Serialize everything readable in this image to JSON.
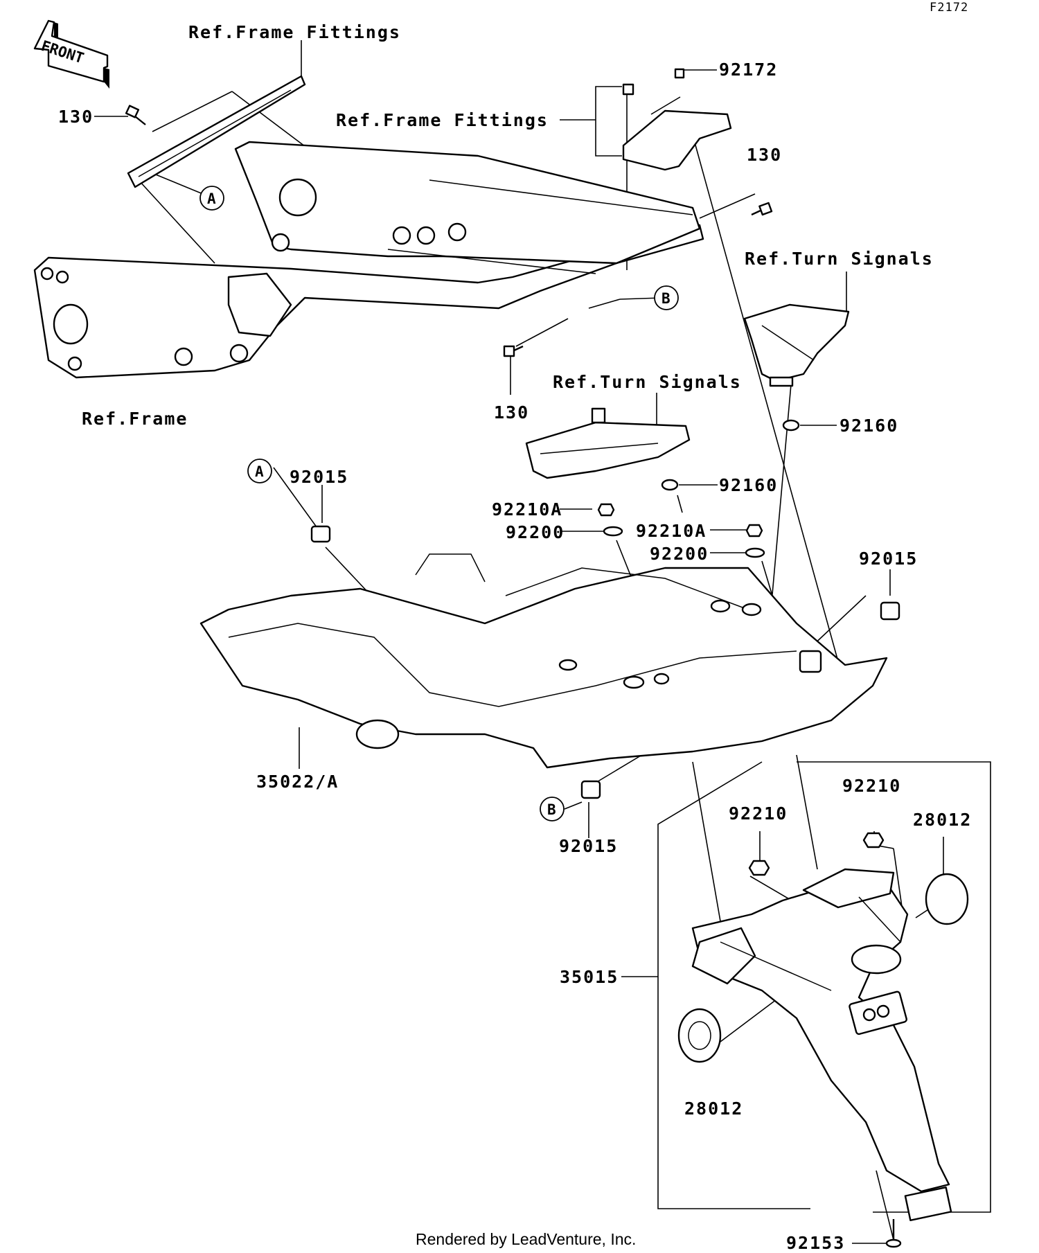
{
  "figure_code": "F2172",
  "front_arrow_text": "FRONT",
  "footer": "Rendered by LeadVenture, Inc.",
  "labels": {
    "ref_frame_fittings_top": "Ref.Frame Fittings",
    "ref_frame_fittings_mid": "Ref.Frame Fittings",
    "ref_frame": "Ref.Frame",
    "ref_turn_signals_right": "Ref.Turn Signals",
    "ref_turn_signals_center": "Ref.Turn Signals",
    "p130_a": "130",
    "p130_b": "130",
    "p130_c": "130",
    "p92172": "92172",
    "p92160_a": "92160",
    "p92160_b": "92160",
    "p92015_a": "92015",
    "p92015_b": "92015",
    "p92015_c": "92015",
    "p92210a_a": "92210A",
    "p92210a_b": "92210A",
    "p92200_a": "92200",
    "p92200_b": "92200",
    "p35022": "35022/A",
    "p35015": "35015",
    "p92210_a": "92210",
    "p92210_b": "92210",
    "p28012_a": "28012",
    "p28012_b": "28012",
    "p92153": "92153"
  },
  "callouts": {
    "a1": "A",
    "a2": "A",
    "b1": "B",
    "b2": "B"
  }
}
